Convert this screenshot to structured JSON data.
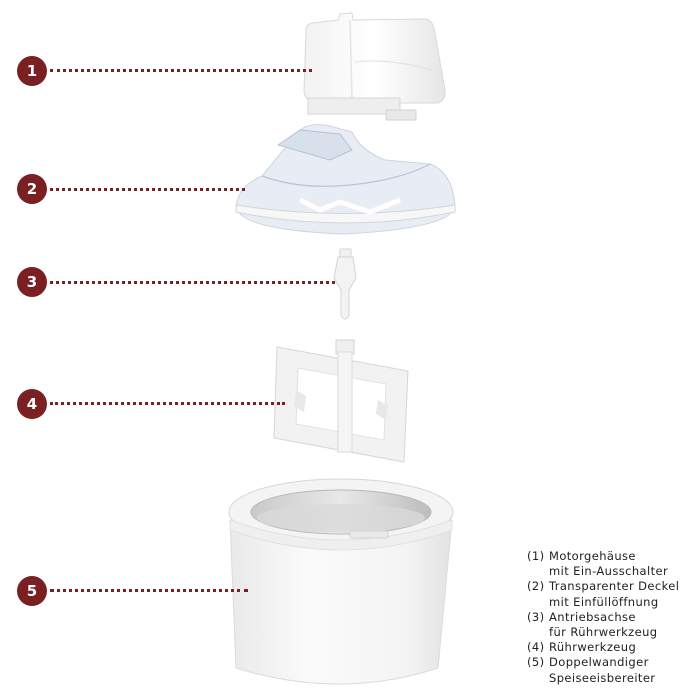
{
  "callouts": [
    {
      "number": "1"
    },
    {
      "number": "2"
    },
    {
      "number": "3"
    },
    {
      "number": "4"
    },
    {
      "number": "5"
    }
  ],
  "legend": [
    {
      "num": "(1)",
      "line1": "Motorgehäuse",
      "line2": "mit Ein-Ausschalter"
    },
    {
      "num": "(2)",
      "line1": "Transparenter Deckel",
      "line2": "mit Einfüllöffnung"
    },
    {
      "num": "(3)",
      "line1": "Antriebsachse",
      "line2": "für Rührwerkzeug"
    },
    {
      "num": "(4)",
      "line1": "Rührwerkzeug",
      "line2": ""
    },
    {
      "num": "(5)",
      "line1": "Doppelwandiger",
      "line2": "Speiseeisbereiter"
    }
  ],
  "colors": {
    "accent": "#7a1f22",
    "part": "#f4f4f4",
    "outline": "#d8d8d8",
    "lid_tint": "#dfe6f2"
  }
}
